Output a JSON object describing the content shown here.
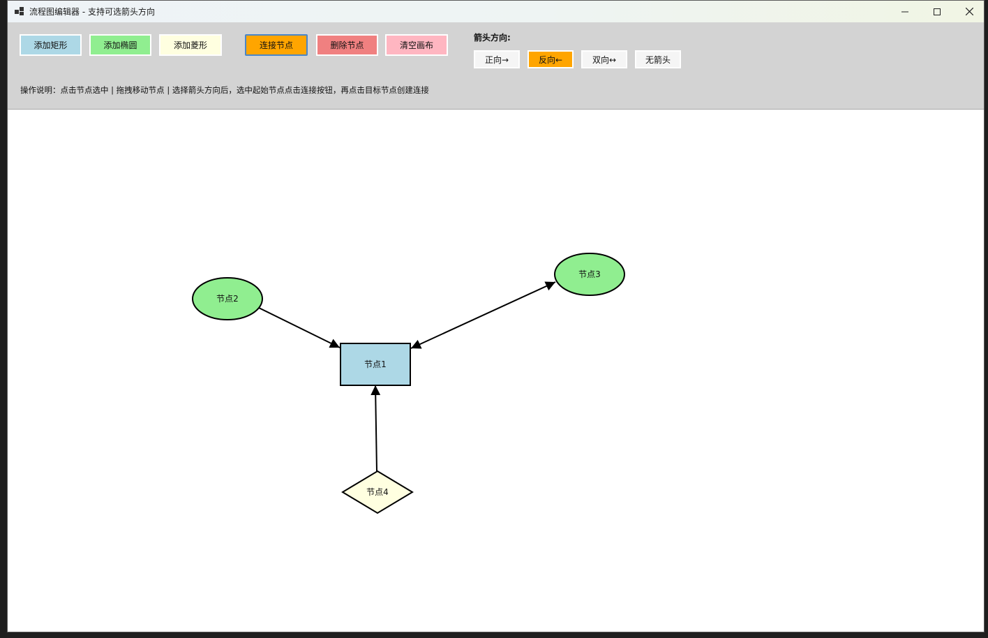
{
  "window": {
    "title": "流程图编辑器 - 支持可选箭头方向"
  },
  "toolbar": {
    "add_rect": "添加矩形",
    "add_ellipse": "添加椭圆",
    "add_diamond": "添加菱形",
    "connect": "连接节点",
    "delete": "删除节点",
    "clear": "清空画布",
    "arrow_dir_label": "箭头方向:",
    "dir_forward": "正向→",
    "dir_reverse": "反向←",
    "dir_both": "双向↔",
    "dir_none": "无箭头",
    "hint": "操作说明：点击节点选中 | 拖拽移动节点 | 选择箭头方向后，选中起始节点点击连接按钮，再点击目标节点创建连接"
  },
  "colors": {
    "rect_fill": "#add8e6",
    "ellipse_fill": "#90ee90",
    "diamond_fill": "#ffffe0",
    "connect_fill": "#ffa500",
    "delete_fill": "#f08080",
    "clear_fill": "#ffb6c1",
    "active_dir_fill": "#ffa500"
  },
  "canvas": {
    "nodes": [
      {
        "id": "n1",
        "shape": "rect",
        "label": "节点1"
      },
      {
        "id": "n2",
        "shape": "ellipse",
        "label": "节点2"
      },
      {
        "id": "n3",
        "shape": "ellipse",
        "label": "节点3"
      },
      {
        "id": "n4",
        "shape": "diamond",
        "label": "节点4"
      }
    ],
    "edges": [
      {
        "from": "n2",
        "to": "n1",
        "arrow": "end"
      },
      {
        "from": "n3",
        "to": "n1",
        "arrow": "both"
      },
      {
        "from": "n4",
        "to": "n1",
        "arrow": "end"
      }
    ]
  }
}
